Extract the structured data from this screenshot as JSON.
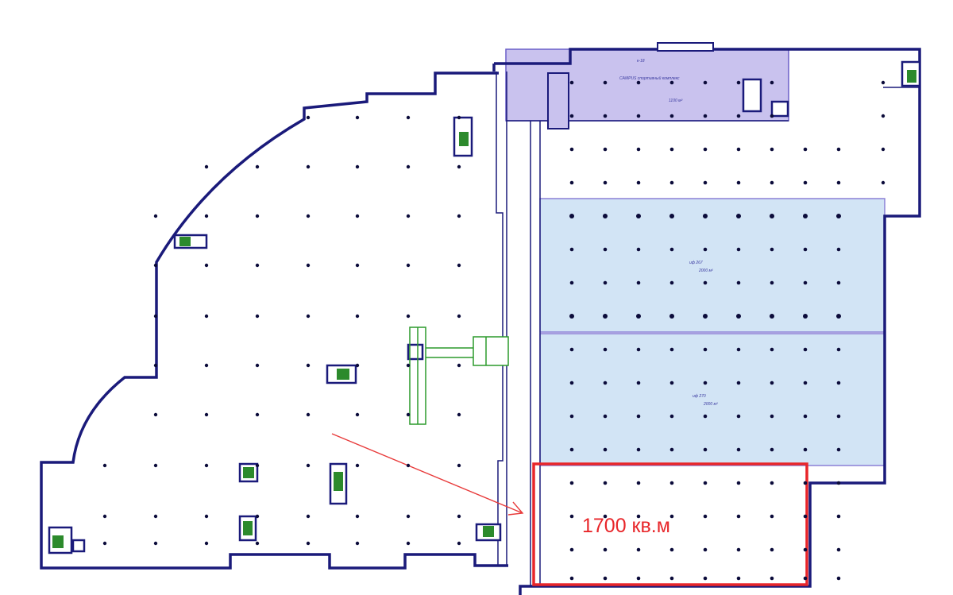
{
  "plan": {
    "highlight_area_label": "1700 кв.м",
    "campus_label": "CAMPUS спортивный комплекс",
    "campus_code": "к-18",
    "campus_area": "1100 м²",
    "zone_upper_code": "иф 267",
    "zone_upper_area": "2000 м²",
    "zone_lower_code": "иф 270",
    "zone_lower_area": "2000 м²",
    "colors": {
      "wall": "#1a1a7a",
      "campus_fill": "#c9c2ee",
      "zone_fill": "#d2e4f5",
      "highlight": "#e8262a",
      "arrow": "#e83a3a",
      "stairs": "#2c8a2c"
    }
  }
}
